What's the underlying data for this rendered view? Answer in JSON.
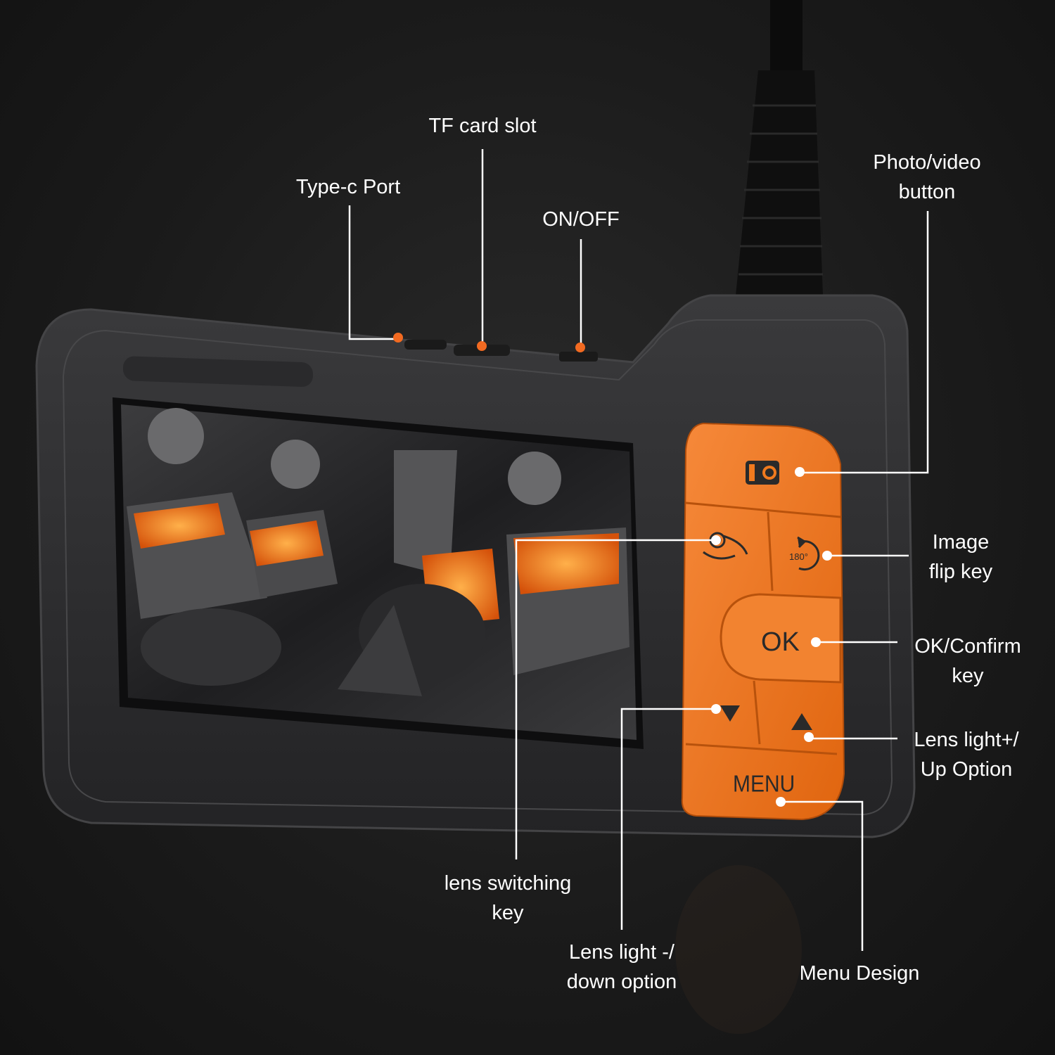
{
  "colors": {
    "background": "#1a1a1a",
    "device_body": "#2b2b2d",
    "keypad": "#f07a1e",
    "callout_dot": "#f26a21",
    "callout_line": "#ffffff"
  },
  "keypad": {
    "ok_label": "OK",
    "menu_label": "MENU",
    "flip_label": "180°",
    "photo_icon": "camera-icon",
    "lens_icon": "lens-switch-icon",
    "flip_icon": "rotate-icon",
    "down_icon": "triangle-down-icon",
    "up_icon": "triangle-up-icon"
  },
  "callouts": {
    "type_c": "Type-c Port",
    "tf_card": "TF card slot",
    "on_off": "ON/OFF",
    "photo_video": [
      "Photo/video",
      "button"
    ],
    "image_flip": [
      "Image",
      "flip key"
    ],
    "ok_confirm": [
      "OK/Confirm",
      "key"
    ],
    "lens_up": [
      "Lens light+/",
      "Up Option"
    ],
    "lens_switch": [
      "lens switching",
      "key"
    ],
    "lens_down": [
      "Lens light -/",
      "down option"
    ],
    "menu": "Menu Design"
  }
}
